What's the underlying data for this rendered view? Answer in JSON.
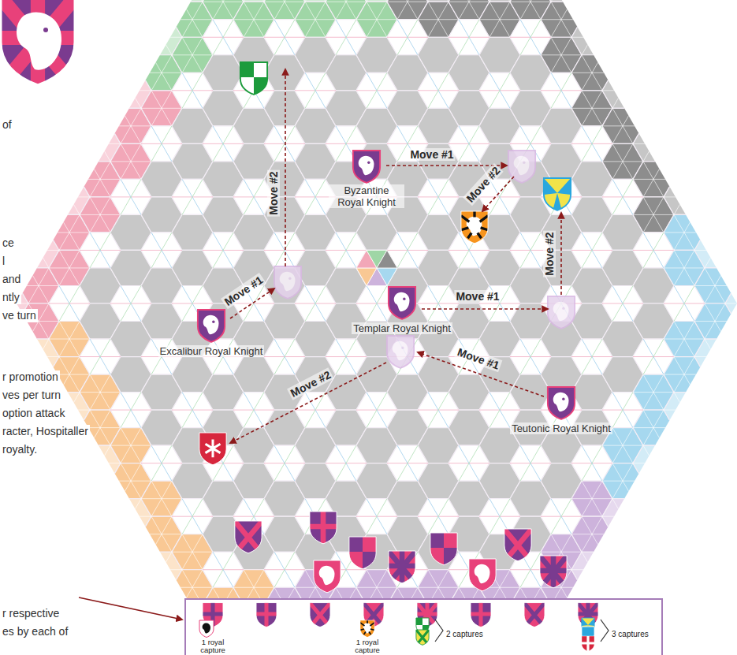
{
  "diagram": {
    "nodes": [
      {
        "text": [
          "Byzantine Royal Knight"
        ]
      },
      {
        "text": [
          "Excalibur Royal Knight"
        ]
      },
      {
        "text": [
          "Templar Royal Knight"
        ]
      },
      {
        "text": [
          "Teutonic Royal Knight"
        ]
      }
    ],
    "labels": [
      "Move #1",
      "Move #2",
      "Move #1",
      "Move #2",
      "Move #1",
      "Move #2",
      "Move #1",
      "Move #2",
      "of",
      "ce",
      "l",
      "and",
      "ntly",
      "ve turn",
      "r promotion",
      "ves per turn",
      "option attack",
      "racter, Hospitaller",
      "royalty.",
      "r respective",
      "es by each of",
      "1 royal capture",
      "1 royal capture",
      "2 captures",
      "3 captures"
    ]
  }
}
